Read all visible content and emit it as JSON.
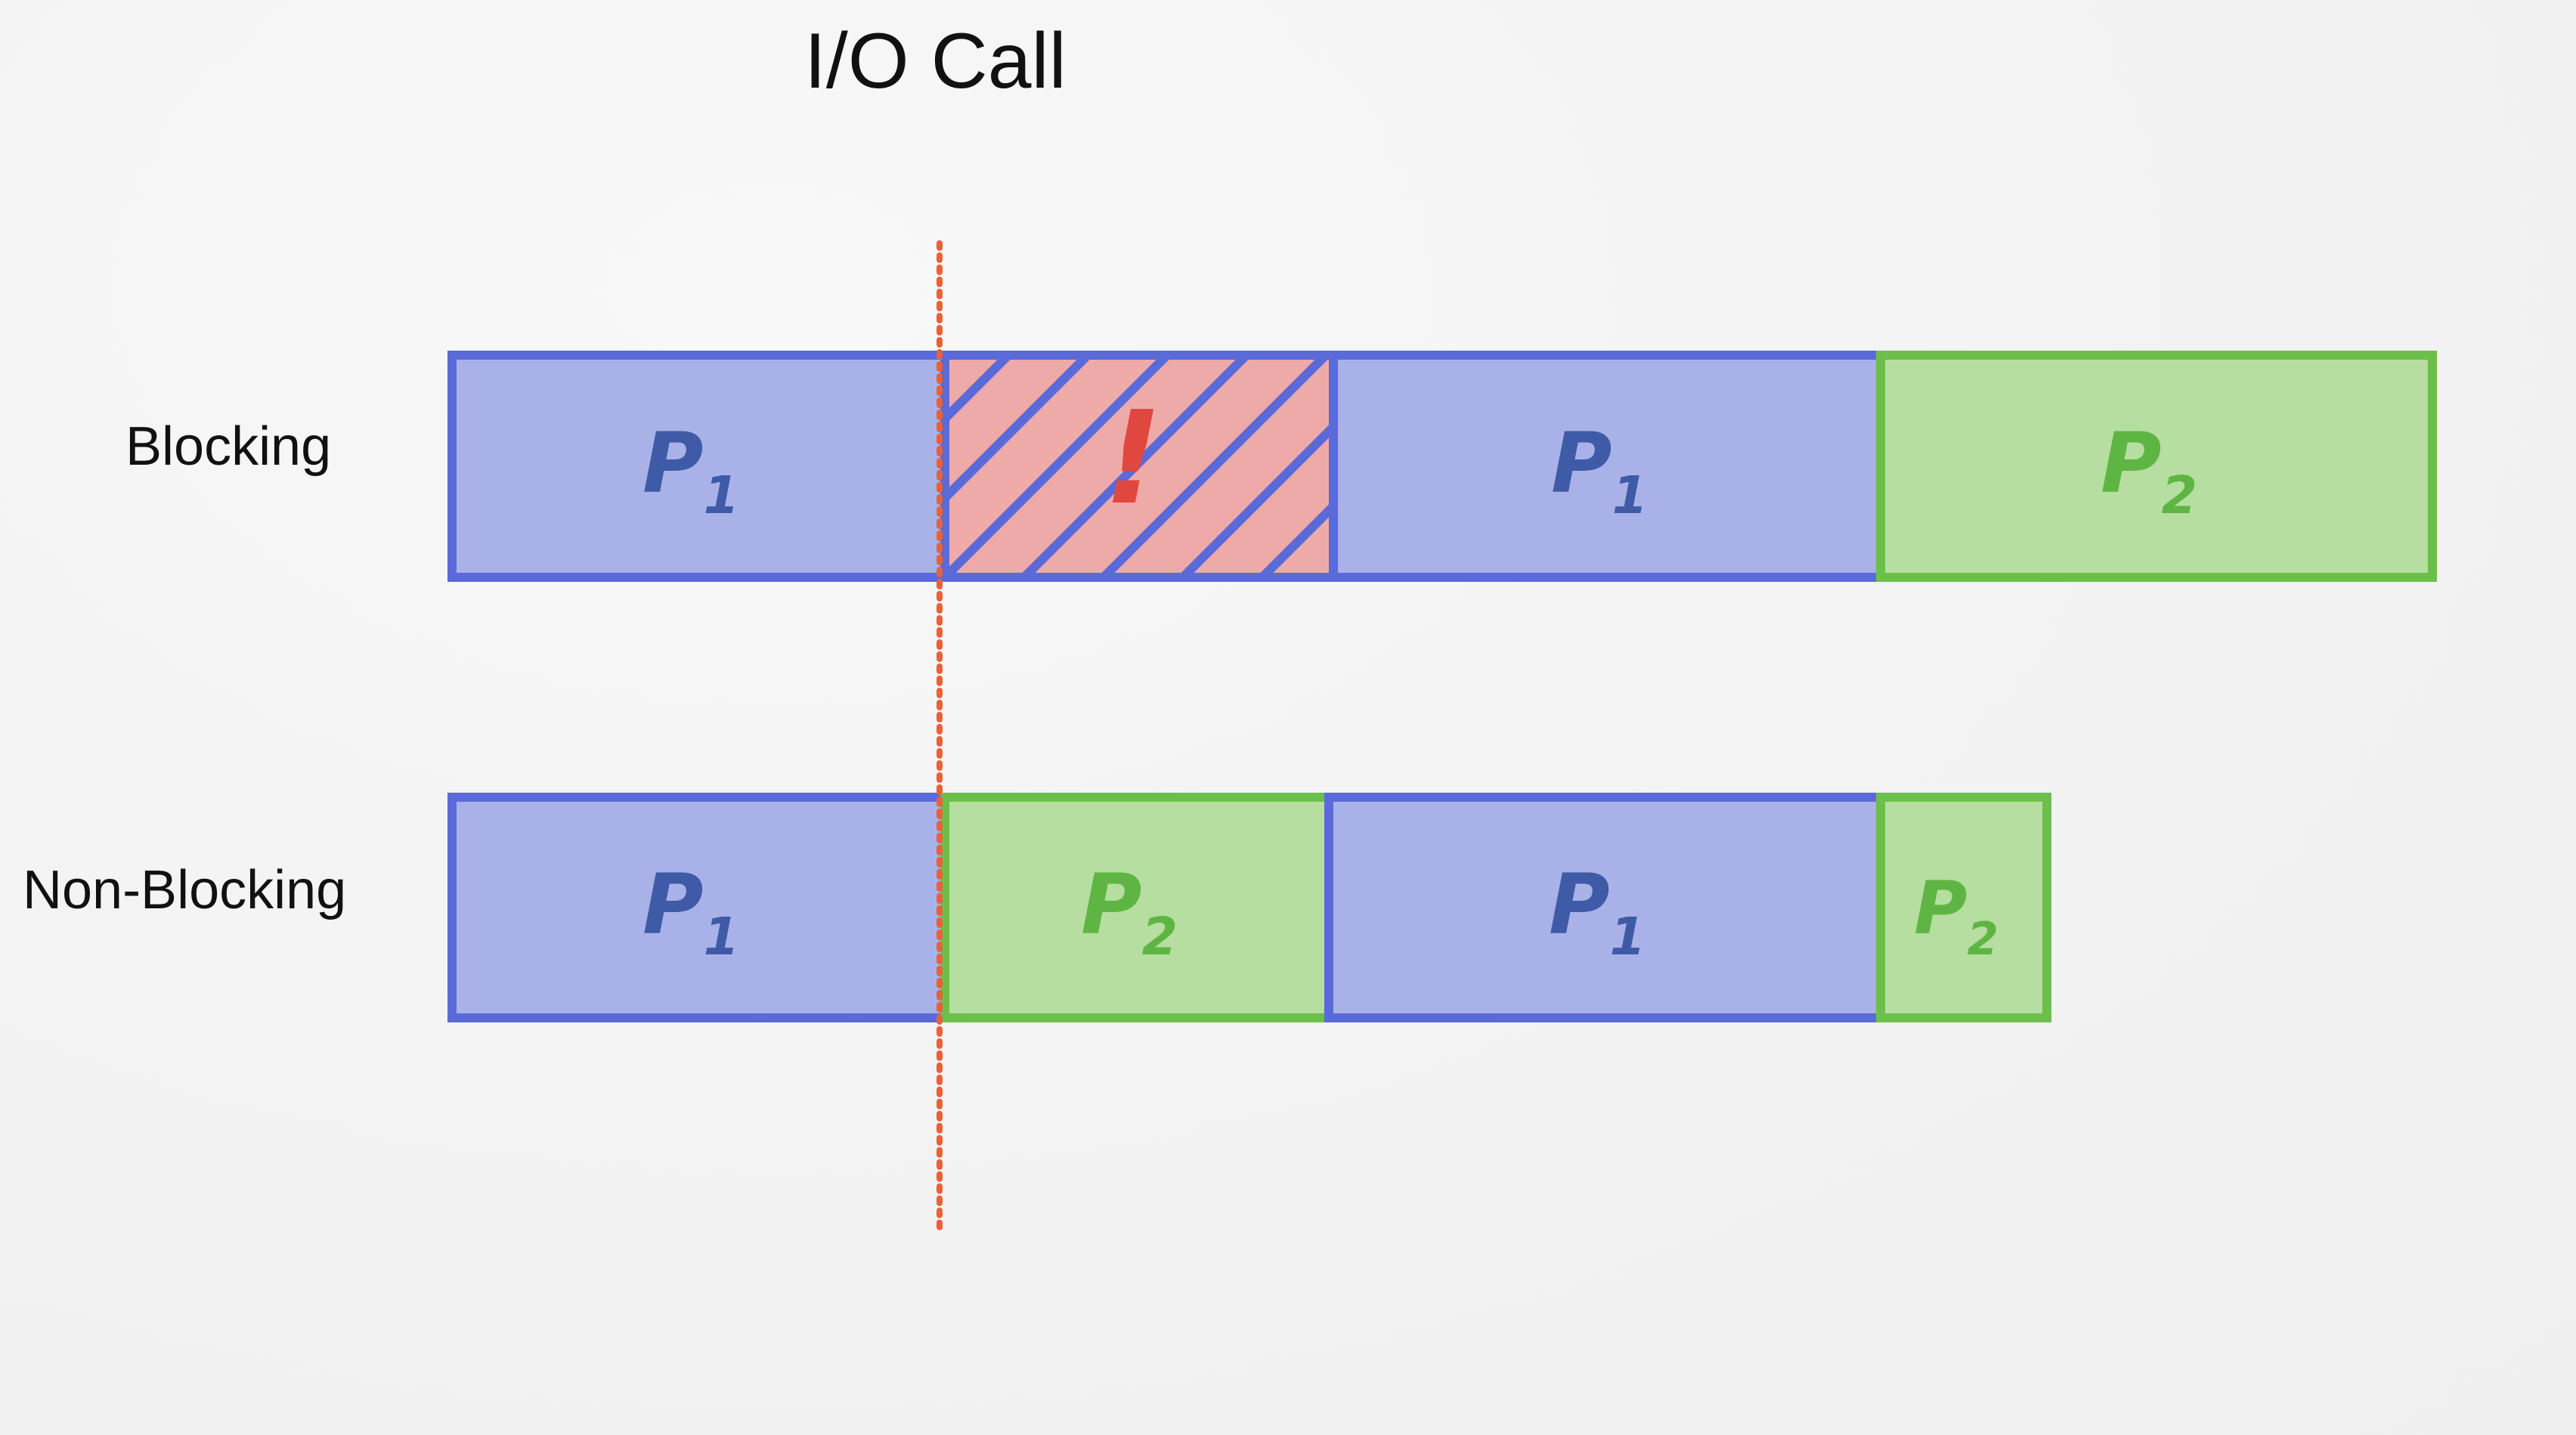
{
  "title": "I/O Call",
  "rows": {
    "blocking": {
      "label": "Blocking"
    },
    "non_blocking": {
      "label": "Non-Blocking"
    }
  },
  "segments": {
    "blocking": [
      {
        "process": "P1",
        "main": "P",
        "sub": "1",
        "kind": "p1"
      },
      {
        "process": "!",
        "main": "!",
        "sub": "",
        "kind": "blocked"
      },
      {
        "process": "P1",
        "main": "P",
        "sub": "1",
        "kind": "p1"
      },
      {
        "process": "P2",
        "main": "P",
        "sub": "2",
        "kind": "p2"
      }
    ],
    "non_blocking": [
      {
        "process": "P1",
        "main": "P",
        "sub": "1",
        "kind": "p1"
      },
      {
        "process": "P2",
        "main": "P",
        "sub": "2",
        "kind": "p2"
      },
      {
        "process": "P1",
        "main": "P",
        "sub": "1",
        "kind": "p1"
      },
      {
        "process": "P2",
        "main": "P",
        "sub": "2",
        "kind": "p2"
      }
    ]
  },
  "colors": {
    "p1_fill": "#a9b2e8",
    "p1_stroke": "#5a6ad8",
    "p1_text": "#3f5aa6",
    "p2_fill": "#b5dea0",
    "p2_stroke": "#6cbf4a",
    "p2_text": "#5fb543",
    "blocked_fill": "#eeaaa8",
    "blocked_mark": "#e0473f",
    "io_line": "#e8613a",
    "background": "#f4f4f4"
  }
}
